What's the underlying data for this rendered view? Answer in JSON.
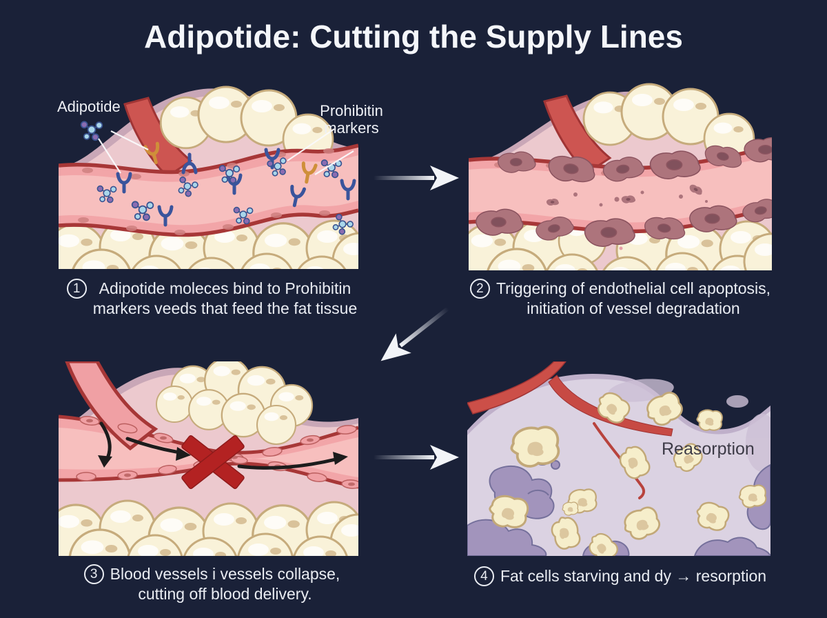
{
  "title": "Adipotide: Cutting the Supply Lines",
  "colors": {
    "background": "#1a2138",
    "text": "#e9ecf2",
    "vessel_red": "#a73737",
    "vessel_pink": "#f2a5a8",
    "fat_cell_cream": "#f9f2d9",
    "adipotide_blue": "#a9d6ea",
    "adipotide_purple": "#8a6cb1",
    "receptor_blue": "#3a549c",
    "receptor_orange": "#cf8f3a",
    "apoptotic_mauve": "#ad747c",
    "resorption_lavender": "#dbd2e2",
    "phagocyte_purple": "#a294bc",
    "cross_red": "#b32222"
  },
  "panels": [
    {
      "name": "binding",
      "labels": {
        "adipotide": "Adipotide",
        "prohibitin": "Prohibitin\nmarkers"
      },
      "caption": {
        "number": "1",
        "text": "Adipotide moleces bind to Prohibitin\nmarkers veeds that feed the fat tissue"
      }
    },
    {
      "name": "apoptosis",
      "caption": {
        "number": "2",
        "text": "Triggering of endothelial cell apoptosis,\ninitiation of vessel degradation"
      }
    },
    {
      "name": "collapse",
      "caption": {
        "number": "3",
        "text": "Blood vessels i vessels collapse,\ncutting off blood delivery."
      }
    },
    {
      "name": "resorption",
      "labels": {
        "reasorption": "Reasorption"
      },
      "caption": {
        "number": "4",
        "text": "Fat cells starving and dy → resorption"
      }
    }
  ],
  "flow_arrows": [
    {
      "from": "step-1",
      "to": "step-2",
      "direction": "right"
    },
    {
      "from": "step-2",
      "to": "step-3",
      "direction": "down-left"
    },
    {
      "from": "step-3",
      "to": "step-4",
      "direction": "right"
    }
  ]
}
